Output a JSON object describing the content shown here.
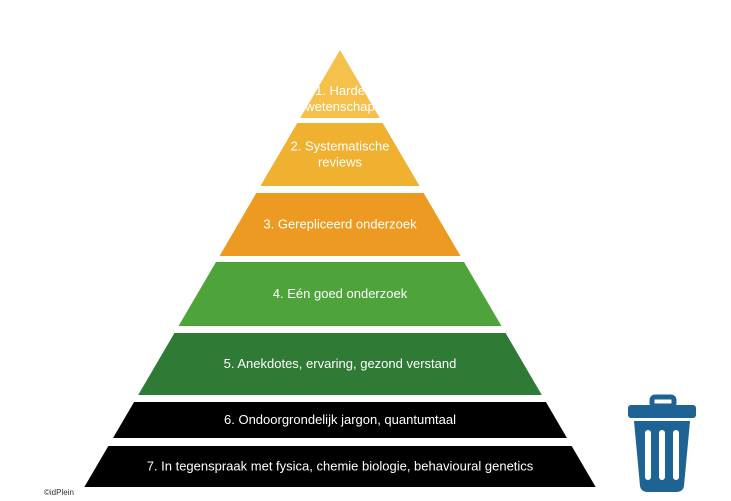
{
  "pyramid": {
    "levels": [
      {
        "lines": [
          "1. Harde",
          "wetenschap"
        ],
        "color": "#f6c04d"
      },
      {
        "lines": [
          "2. Systematische",
          "reviews"
        ],
        "color": "#f0b030"
      },
      {
        "lines": [
          "3. Gerepliceerd onderzoek"
        ],
        "color": "#ec9a22"
      },
      {
        "lines": [
          "4. Eén goed onderzoek"
        ],
        "color": "#4ea43a"
      },
      {
        "lines": [
          "5. Anekdotes, ervaring, gezond verstand"
        ],
        "color": "#2f7a35"
      },
      {
        "lines": [
          "6. Ondoorgrondelijk jargon, quantumtaal"
        ],
        "color": "#000000"
      },
      {
        "lines": [
          "7. In tegenspraak met fysica, chemie biologie, behavioural genetics"
        ],
        "color": "#000000"
      }
    ]
  },
  "trash": {
    "icon": "trash-can-icon",
    "color": "#1f6394"
  },
  "footer": {
    "copyright": "©idPlein"
  }
}
